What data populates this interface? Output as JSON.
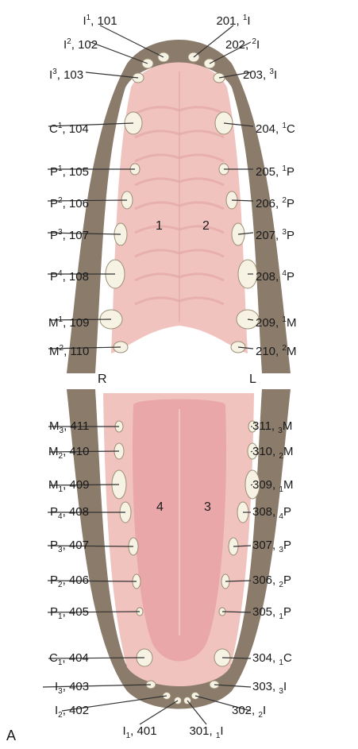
{
  "figure_label": "A",
  "side_left": "R",
  "side_right": "L",
  "quadrants": [
    "1",
    "2",
    "4",
    "3"
  ],
  "upper_left": [
    {
      "sym": "I",
      "pos": "sup",
      "num": "1",
      "id": "101"
    },
    {
      "sym": "I",
      "pos": "sup",
      "num": "2",
      "id": "102"
    },
    {
      "sym": "I",
      "pos": "sup",
      "num": "3",
      "id": "103"
    },
    {
      "sym": "C",
      "pos": "sup",
      "num": "1",
      "id": "104"
    },
    {
      "sym": "P",
      "pos": "sup",
      "num": "1",
      "id": "105"
    },
    {
      "sym": "P",
      "pos": "sup",
      "num": "2",
      "id": "106"
    },
    {
      "sym": "P",
      "pos": "sup",
      "num": "3",
      "id": "107"
    },
    {
      "sym": "P",
      "pos": "sup",
      "num": "4",
      "id": "108"
    },
    {
      "sym": "M",
      "pos": "sup",
      "num": "1",
      "id": "109"
    },
    {
      "sym": "M",
      "pos": "sup",
      "num": "2",
      "id": "110"
    }
  ],
  "upper_right": [
    {
      "sym": "I",
      "pos": "sup",
      "num": "1",
      "id": "201"
    },
    {
      "sym": "I",
      "pos": "sup",
      "num": "2",
      "id": "202"
    },
    {
      "sym": "I",
      "pos": "sup",
      "num": "3",
      "id": "203"
    },
    {
      "sym": "C",
      "pos": "sup",
      "num": "1",
      "id": "204"
    },
    {
      "sym": "P",
      "pos": "sup",
      "num": "1",
      "id": "205"
    },
    {
      "sym": "P",
      "pos": "sup",
      "num": "2",
      "id": "206"
    },
    {
      "sym": "P",
      "pos": "sup",
      "num": "3",
      "id": "207"
    },
    {
      "sym": "P",
      "pos": "sup",
      "num": "4",
      "id": "208"
    },
    {
      "sym": "M",
      "pos": "sup",
      "num": "1",
      "id": "209"
    },
    {
      "sym": "M",
      "pos": "sup",
      "num": "2",
      "id": "210"
    }
  ],
  "lower_left": [
    {
      "sym": "M",
      "pos": "sub",
      "num": "3",
      "id": "411"
    },
    {
      "sym": "M",
      "pos": "sub",
      "num": "2",
      "id": "410"
    },
    {
      "sym": "M",
      "pos": "sub",
      "num": "1",
      "id": "409"
    },
    {
      "sym": "P",
      "pos": "sub",
      "num": "4",
      "id": "408"
    },
    {
      "sym": "P",
      "pos": "sub",
      "num": "3",
      "id": "407"
    },
    {
      "sym": "P",
      "pos": "sub",
      "num": "2",
      "id": "406"
    },
    {
      "sym": "P",
      "pos": "sub",
      "num": "1",
      "id": "405"
    },
    {
      "sym": "C",
      "pos": "sub",
      "num": "1",
      "id": "404"
    },
    {
      "sym": "I",
      "pos": "sub",
      "num": "3",
      "id": "403"
    },
    {
      "sym": "I",
      "pos": "sub",
      "num": "2",
      "id": "402"
    },
    {
      "sym": "I",
      "pos": "sub",
      "num": "1",
      "id": "401"
    }
  ],
  "lower_right": [
    {
      "sym": "M",
      "pos": "sub",
      "num": "3",
      "id": "311"
    },
    {
      "sym": "M",
      "pos": "sub",
      "num": "2",
      "id": "310"
    },
    {
      "sym": "M",
      "pos": "sub",
      "num": "1",
      "id": "309"
    },
    {
      "sym": "P",
      "pos": "sub",
      "num": "4",
      "id": "308"
    },
    {
      "sym": "P",
      "pos": "sub",
      "num": "3",
      "id": "307"
    },
    {
      "sym": "P",
      "pos": "sub",
      "num": "2",
      "id": "306"
    },
    {
      "sym": "P",
      "pos": "sub",
      "num": "1",
      "id": "305"
    },
    {
      "sym": "C",
      "pos": "sub",
      "num": "1",
      "id": "304"
    },
    {
      "sym": "I",
      "pos": "sub",
      "num": "3",
      "id": "303"
    },
    {
      "sym": "I",
      "pos": "sub",
      "num": "2",
      "id": "302"
    },
    {
      "sym": "I",
      "pos": "sub",
      "num": "1",
      "id": "301"
    }
  ],
  "colors": {
    "lip": "#8a7b6b",
    "palate": "#f1c3bf",
    "rugae": "#e2a8a4",
    "tongue": "#e9a7aa",
    "tooth": "#f7f3e4",
    "tooth_stroke": "#9b8f74",
    "leader": "#333333"
  }
}
